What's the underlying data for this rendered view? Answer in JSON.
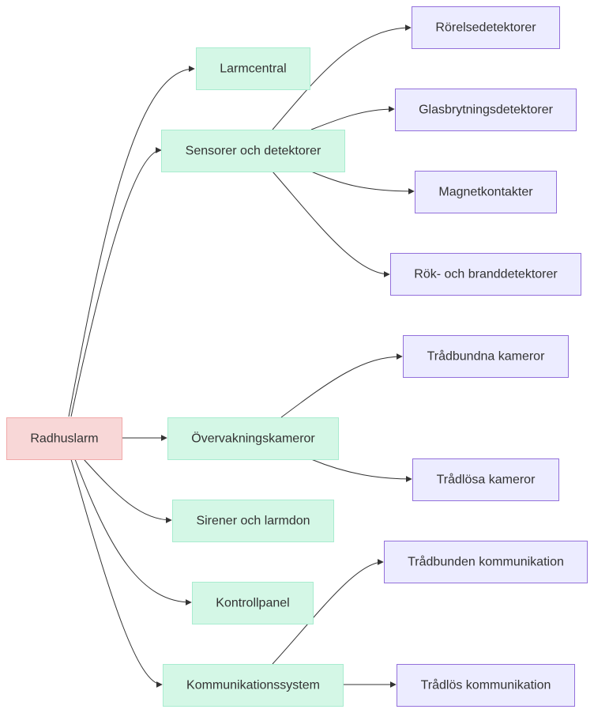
{
  "diagram": {
    "colors": {
      "root_fill": "#f8d7d7",
      "root_stroke": "#f1a9a9",
      "category_fill": "#d4f7e6",
      "category_stroke": "#a8ecd0",
      "leaf_fill": "#ececff",
      "leaf_stroke": "#9370db",
      "edge": "#333333",
      "text": "#333333"
    },
    "root": {
      "label": "Radhuslarm"
    },
    "categories": [
      {
        "id": "larmcentral",
        "label": "Larmcentral",
        "children": []
      },
      {
        "id": "sensorer",
        "label": "Sensorer och detektorer",
        "children": [
          {
            "id": "rorelse",
            "label": "Rörelsedetektorer"
          },
          {
            "id": "glas",
            "label": "Glasbrytningsdetektorer"
          },
          {
            "id": "magnet",
            "label": "Magnetkontakter"
          },
          {
            "id": "rok",
            "label": "Rök- och branddetektorer"
          }
        ]
      },
      {
        "id": "overvakning",
        "label": "Övervakningskameror",
        "children": [
          {
            "id": "tradbundna-kameror",
            "label": "Trådbundna kameror"
          },
          {
            "id": "tradlosa-kameror",
            "label": "Trådlösa kameror"
          }
        ]
      },
      {
        "id": "sirener",
        "label": "Sirener och larmdon",
        "children": []
      },
      {
        "id": "kontrollpanel",
        "label": "Kontrollpanel",
        "children": []
      },
      {
        "id": "kommunikation",
        "label": "Kommunikationssystem",
        "children": [
          {
            "id": "tradbunden-komm",
            "label": "Trådbunden kommunikation"
          },
          {
            "id": "tradlos-komm",
            "label": "Trådlös kommunikation"
          }
        ]
      }
    ]
  }
}
